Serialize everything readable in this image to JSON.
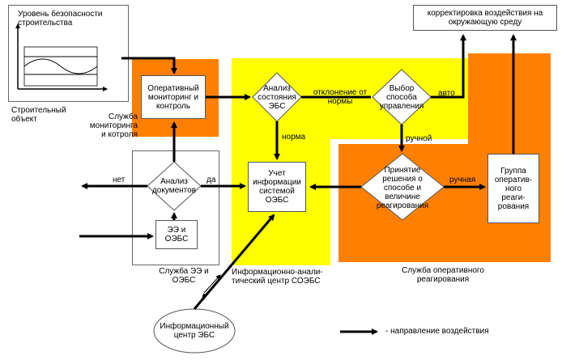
{
  "colors": {
    "orange": "#ff8000",
    "yellow": "#ffff00",
    "white": "#ffffff",
    "stroke": "#000000",
    "grey_border": "#666666"
  },
  "object": {
    "chart_title": "Уровень безопасности\nстроительства",
    "label": "Строительный\nобъект"
  },
  "monitoring": {
    "box": "Оперативный\nмониторинг и\nконтроль",
    "service": "Служба\nмониторинга\nи котроля"
  },
  "analysis_state": {
    "diamond": "Анализ\nсостояния\nЭБС",
    "deviation": "отклонение от\nнормы",
    "norm": "норма"
  },
  "choice": {
    "diamond": "Выбор\nспособа\nуправления",
    "auto": "авто",
    "manual": "ручной"
  },
  "correction": {
    "box": "корректировка воздействия на\nокружающую среду"
  },
  "documents": {
    "diamond": "Анализ\nдокументов",
    "no": "нет",
    "yes": "да"
  },
  "account": {
    "box": "Учет\nинформации\nсистемой\nОЭБС"
  },
  "decision": {
    "diamond": "Принятие\nрешения о\nспособе и\nвеличине\nреагирования",
    "manual": "ручная"
  },
  "group": {
    "box": "Группа\nоператив-\nного\nреаги-\nрования"
  },
  "ee": {
    "box": "ЭЭ и\nОЭБС",
    "service": "Служба ЭЭ и\nОЭБС"
  },
  "iac": {
    "label": "Информационно-анали-\nтический центр СОЭБС"
  },
  "ops_service": {
    "label": "Служба оперативного\nреагирования"
  },
  "ebs_center": {
    "label": "Информационный\nцентр ЭБС"
  },
  "legend": {
    "label": "- направление воздействия"
  }
}
